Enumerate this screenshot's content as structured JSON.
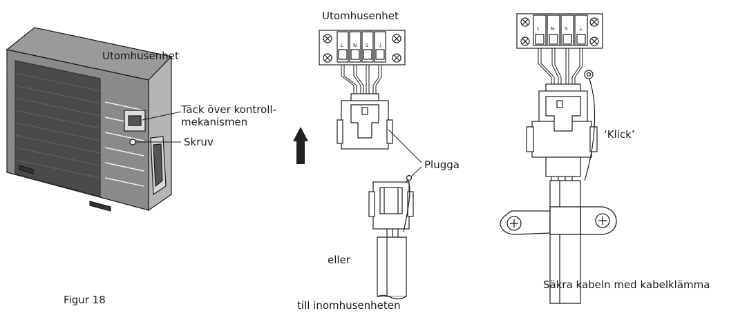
{
  "labels": {
    "outdoor_unit_left": "Utomhusenhet",
    "cover_control_line1": "Täck över kontroll-",
    "cover_control_line2": "mekanismen",
    "screw": "Skruv",
    "outdoor_unit_mid": "Utomhusenhet",
    "plug": "Plugga",
    "or": "eller",
    "to_indoor": "till inomhusenheten",
    "click": "‘Klick’",
    "secure_cable": "Säkra kabeln med kabelklämma",
    "figure": "Figur 18"
  },
  "terminals_mid": [
    "L",
    "N",
    "S",
    "⏚"
  ],
  "terminals_right": [
    "L",
    "N",
    "S",
    "⏚"
  ],
  "colors": {
    "line": "#1a1a1a",
    "panel": "#ffffff",
    "unit_grey": "#8a8a8a",
    "grille": "#4a4a4a",
    "arrow": "#222222"
  }
}
